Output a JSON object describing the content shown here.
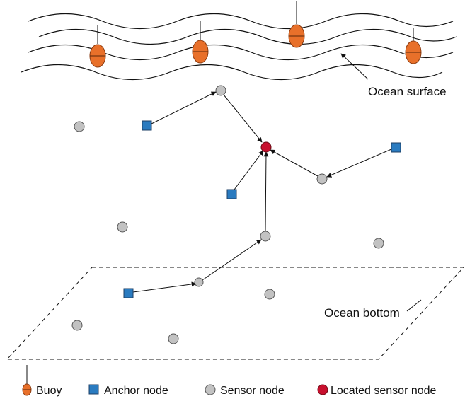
{
  "labels": {
    "ocean_surface": "Ocean surface",
    "ocean_bottom": "Ocean bottom"
  },
  "legend": {
    "buoy": "Buoy",
    "anchor": "Anchor node",
    "sensor": "Sensor node",
    "located": "Located sensor node"
  },
  "colors": {
    "buoy": "#e8702a",
    "anchor": "#2a7bc0",
    "sensor": "#c2c2c2",
    "located": "#c8102e"
  },
  "icons": {
    "buoy": "buoy-icon",
    "anchor": "anchor-node-icon",
    "sensor": "sensor-node-icon",
    "located": "located-sensor-node-icon"
  }
}
